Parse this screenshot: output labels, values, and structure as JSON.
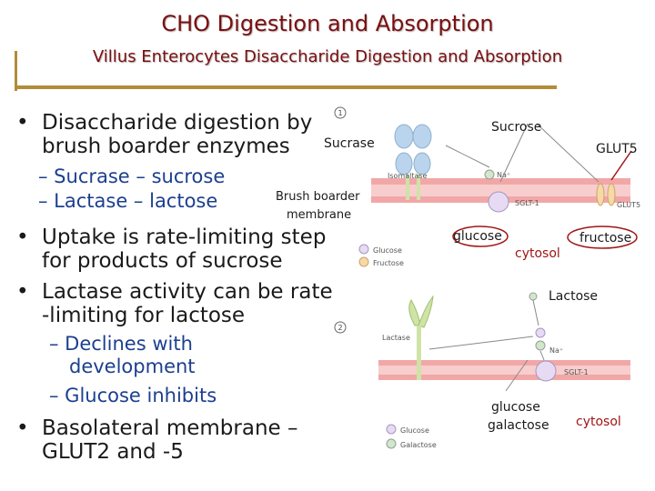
{
  "header": {
    "title": "CHO Digestion and Absorption",
    "subtitle": "Villus Enterocytes Disaccharide Digestion and Absorption"
  },
  "bullets": {
    "b1_line1": "Disaccharide digestion by",
    "b1_line2": "brush boarder enzymes",
    "b1_sub1": "– Sucrase – sucrose",
    "b1_sub2": "– Lactase – lactose",
    "b2_line1": "Uptake is rate-limiting step",
    "b2_line2": "for products of sucrose",
    "b3_line1": "Lactase activity can be rate",
    "b3_line2": "-limiting for lactose",
    "b3_sub1_line1": "– Declines with",
    "b3_sub1_line2": "development",
    "b3_sub2": "– Glucose inhibits",
    "b4_line1": "Basolateral membrane –",
    "b4_line2": "GLUT2 and -5",
    "bullet_char": "•"
  },
  "figure": {
    "sucrase_label": "Sucrase",
    "brush_border_line1": "Brush boarder",
    "brush_border_line2": "membrane",
    "panel1": {
      "number": "1",
      "isomaltase": "Isomaltase",
      "na": "Na⁺",
      "sglt": "SGLT-1",
      "glut": "GLUT5",
      "legend_glucose": "Glucose",
      "legend_fructose": "Fructose"
    },
    "panel2": {
      "number": "2",
      "lactase": "Lactase",
      "na": "Na⁺",
      "sglt": "SGLT-1",
      "legend_glucose": "Glucose",
      "legend_galactose": "Galactose"
    },
    "callouts": {
      "sucrose": "Sucrose",
      "glut5": "GLUT5",
      "glucose": "glucose",
      "fructose": "fructose",
      "cytosol1": "cytosol",
      "lactose": "Lactose",
      "glucose2": "glucose",
      "galactose": "galactose",
      "cytosol2": "cytosol"
    }
  },
  "colors": {
    "title": "#7a0f10",
    "accent_rule": "#b38b39",
    "sub_bullets": "#1c3f8f",
    "membrane": "#f2a7a7",
    "enzyme_blue": "#b9d4ec",
    "enzyme_green": "#cfe3a7",
    "glucose": "#e6dbf3",
    "fructose": "#f6d9a6",
    "galactose": "#cfe8c9",
    "callout_ring": "#a01515"
  }
}
